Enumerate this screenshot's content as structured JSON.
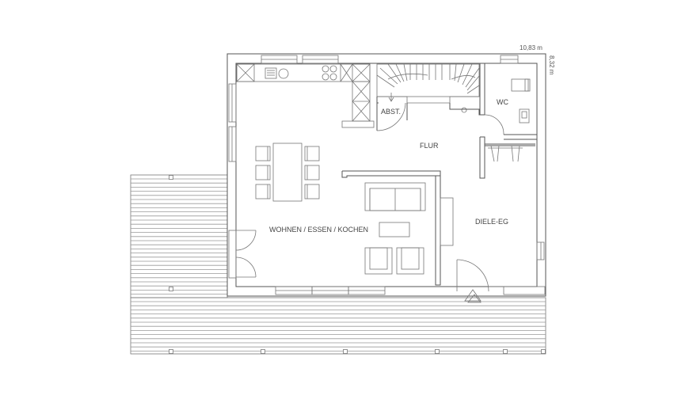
{
  "dimensions": {
    "width": "10,83 m",
    "height": "8,32 m"
  },
  "rooms": {
    "abst": "ABST.",
    "wc": "WC",
    "flur": "FLUR",
    "wohnen": "WOHNEN / ESSEN / KOCHEN",
    "diele": "DIELE-EG"
  },
  "colors": {
    "line": "#555555",
    "background": "#ffffff"
  }
}
